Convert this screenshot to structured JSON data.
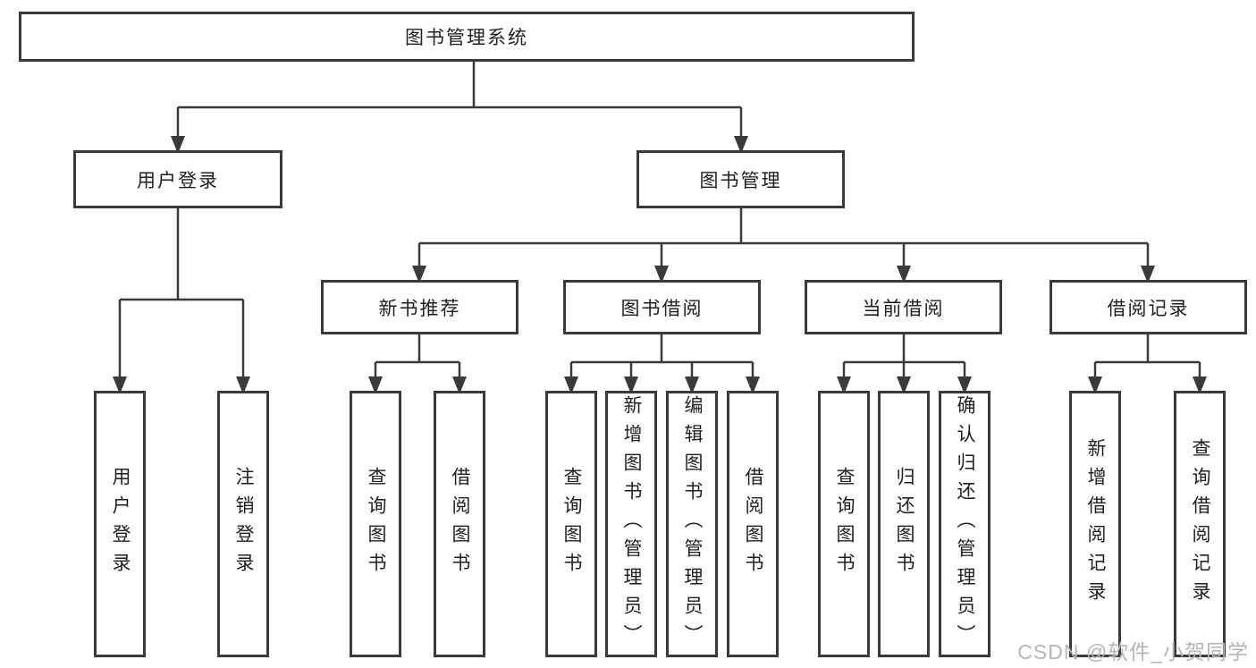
{
  "diagram": {
    "root": "图书管理系统",
    "level2": {
      "user_login": "用户登录",
      "book_mgmt": "图书管理"
    },
    "level3": {
      "new_book_rec": "新书推荐",
      "book_borrow": "图书借阅",
      "current_borrow": "当前借阅",
      "borrow_records": "借阅记录"
    },
    "leaves": {
      "ul_login": "用户登录",
      "ul_logout": "注销登录",
      "nb_query": "查询图书",
      "nb_borrow": "借阅图书",
      "bb_query": "查询图书",
      "bb_add": "新增图书（管理员）",
      "bb_edit": "编辑图书（管理员）",
      "bb_borrow": "借阅图书",
      "cb_query": "查询图书",
      "cb_return": "归还图书",
      "cb_confirm": "确认归还（管理员）",
      "br_add": "新增借阅记录",
      "br_query": "查询借阅记录"
    }
  },
  "watermark": "CSDN @软件_小贺同学",
  "colors": {
    "line": "#3a3a3a",
    "text": "#1f1f1f",
    "watermark": "#b5b5b5",
    "background": "#ffffff"
  }
}
